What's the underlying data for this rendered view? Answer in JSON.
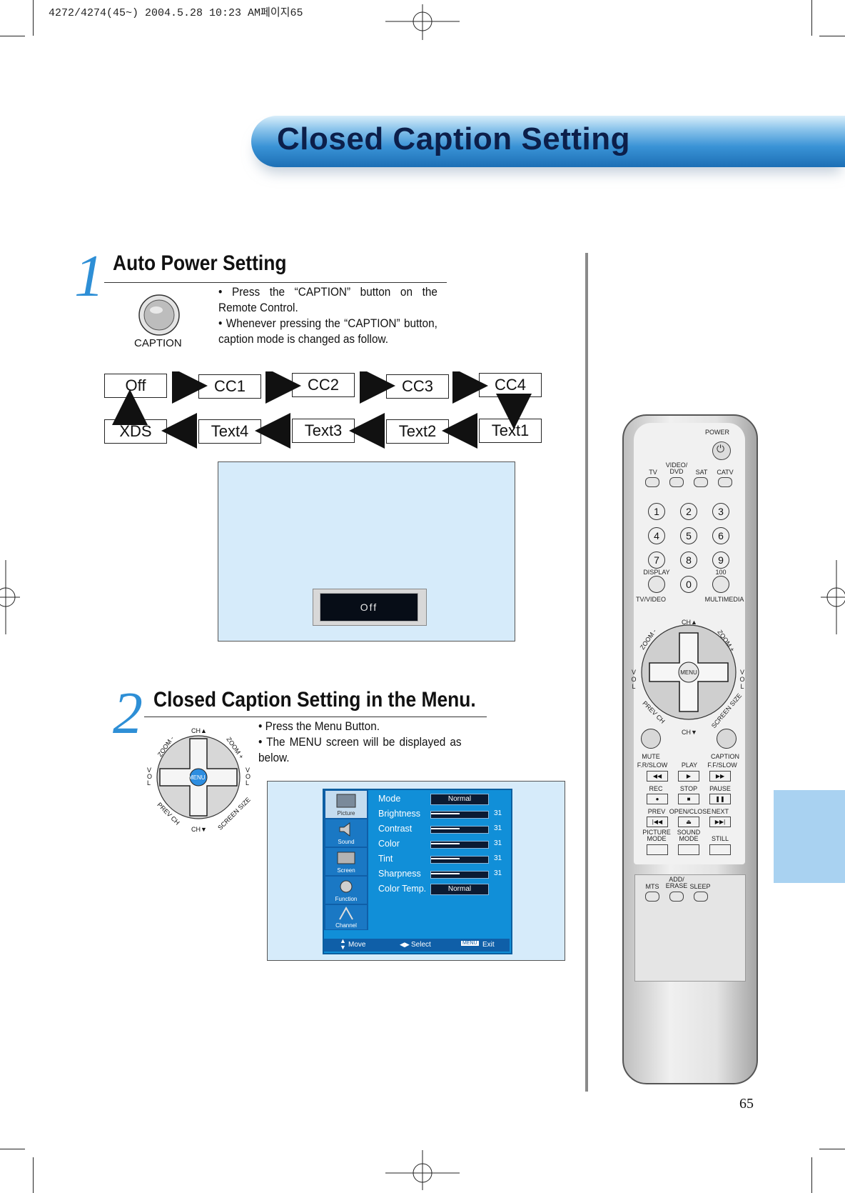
{
  "print_header": "4272/4274(45~) 2004.5.28 10:23 AM페이지65",
  "page_title": "Closed Caption Setting",
  "page_number": "65",
  "section1": {
    "number": "1",
    "title": "Auto Power Setting",
    "caption_button_label": "CAPTION",
    "bullet1": "• Press the “CAPTION” button on the Remote Control.",
    "bullet2": "• Whenever pressing the “CAPTION” button, caption mode is changed as follow.",
    "modes_top": [
      "Off",
      "CC1",
      "CC2",
      "CC3",
      "CC4"
    ],
    "modes_bottom": [
      "XDS",
      "Text4",
      "Text3",
      "Text2",
      "Text1"
    ],
    "osd_value": "Off"
  },
  "section2": {
    "number": "2",
    "title": "Closed Caption Setting in the Menu.",
    "bullet1": "• Press the Menu Button.",
    "bullet2": "• The MENU screen will be displayed as below.",
    "dpad": {
      "ch_up": "CH▲",
      "ch_down": "CH▼",
      "zoom_minus": "ZOOM -",
      "zoom_plus": "ZOOM +",
      "prev_ch": "PREV CH",
      "screen_size": "SCREEN SIZE",
      "vol": "VOL",
      "menu": "MENU"
    },
    "menu": {
      "tabs": [
        "Picture",
        "Sound",
        "Screen",
        "Function",
        "Channel"
      ],
      "rows": [
        {
          "label": "Mode",
          "value": "Normal"
        },
        {
          "label": "Brightness",
          "value": "31",
          "level": 0.5
        },
        {
          "label": "Contrast",
          "value": "31",
          "level": 0.5
        },
        {
          "label": "Color",
          "value": "31",
          "level": 0.5
        },
        {
          "label": "Tint",
          "value": "31",
          "level": 0.5
        },
        {
          "label": "Sharpness",
          "value": "31",
          "level": 0.5
        },
        {
          "label": "Color Temp.",
          "value": "Normal"
        }
      ],
      "footer_move": "Move",
      "footer_select": "Select",
      "footer_menu": "MENU",
      "footer_exit": "Exit"
    }
  },
  "remote": {
    "power": "POWER",
    "sources": [
      "TV",
      "VIDEO/ DVD",
      "SAT",
      "CATV"
    ],
    "numbers": [
      "1",
      "2",
      "3",
      "4",
      "5",
      "6",
      "7",
      "8",
      "9",
      "0"
    ],
    "display": "DISPLAY",
    "hundred": "100",
    "tv_video": "TV/VIDEO",
    "multimedia": "MULTIMEDIA",
    "ch_up": "CH▲",
    "ch_down": "CH▼",
    "zoom_minus": "ZOOM -",
    "zoom_plus": "ZOOM +",
    "prev_ch": "PREV CH",
    "screen_size": "SCREEN SIZE",
    "vol": "VOL",
    "menu": "MENU",
    "mute": "MUTE",
    "caption": "CAPTION",
    "transport_row1": [
      "F.R/SLOW",
      "PLAY",
      "F.F/SLOW"
    ],
    "transport_row2": [
      "REC",
      "STOP",
      "PAUSE"
    ],
    "transport_row3": [
      "PREV",
      "OPEN/CLOSE",
      "NEXT"
    ],
    "bottom_row": [
      "PICTURE MODE",
      "SOUND MODE",
      "STILL"
    ],
    "hidden_row": [
      "MTS",
      "ADD/ ERASE",
      "SLEEP"
    ]
  }
}
